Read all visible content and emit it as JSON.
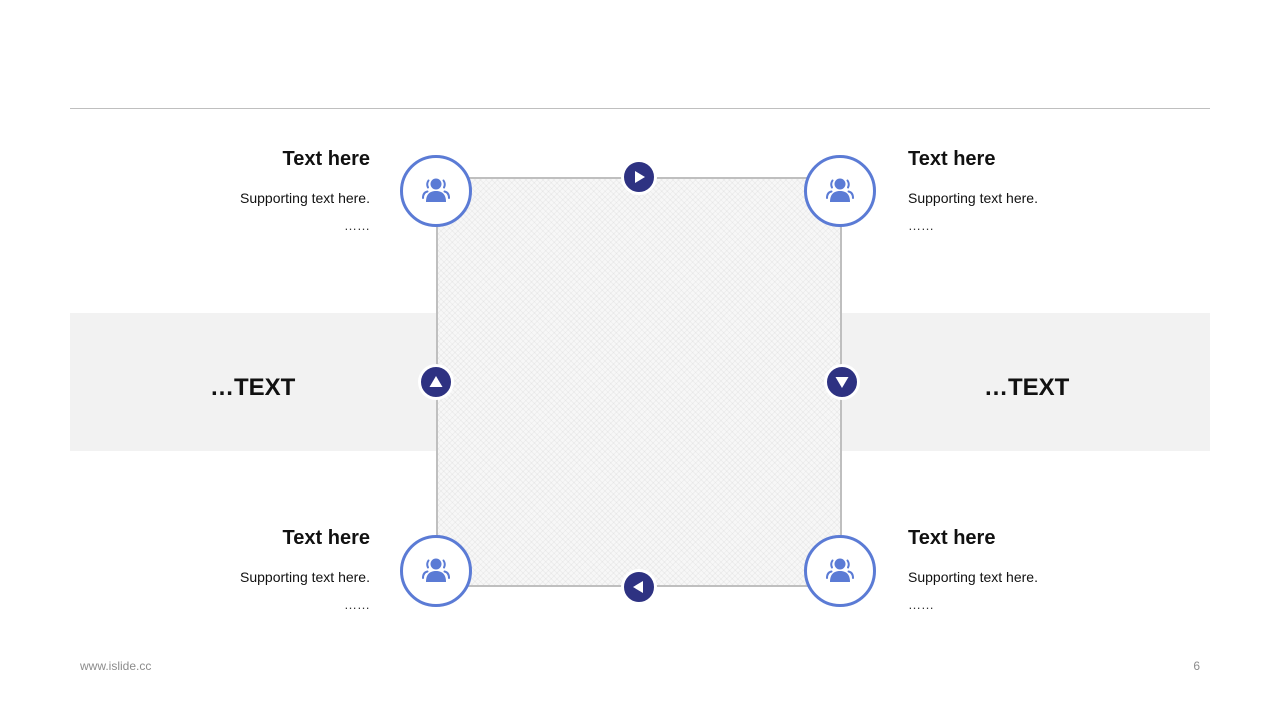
{
  "colors": {
    "node_ring": "#5b7bd5",
    "arrow_fill": "#2e3282",
    "band": "#f2f2f2",
    "line": "#bfbfbf"
  },
  "icons": {
    "node": "users-icon",
    "arrows": [
      "play-right-icon",
      "triangle-up-icon",
      "triangle-down-icon",
      "play-left-icon"
    ]
  },
  "blocks": {
    "top_left": {
      "title": "Text here",
      "body": "Supporting text here.",
      "more": "……"
    },
    "top_right": {
      "title": "Text here",
      "body": "Supporting text here.",
      "more": "……"
    },
    "bottom_left": {
      "title": "Text here",
      "body": "Supporting text here.",
      "more": "……"
    },
    "bottom_right": {
      "title": "Text here",
      "body": "Supporting text here.",
      "more": "……"
    }
  },
  "band": {
    "left_label": "…TEXT",
    "right_label": "…TEXT"
  },
  "footer": {
    "website": "www.islide.cc",
    "page_number": "6"
  }
}
